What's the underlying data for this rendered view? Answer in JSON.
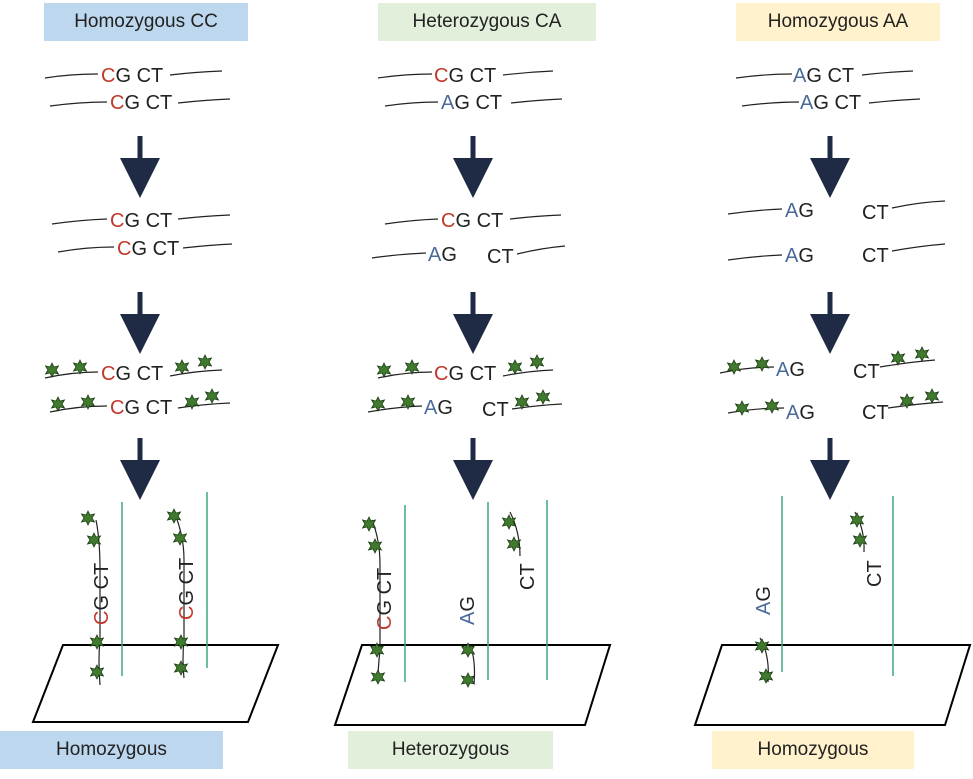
{
  "colors": {
    "allele_c": "#c0392b",
    "allele_a": "#4a6a9a",
    "bead": "#3f7a2e",
    "probe_line": "#3caa78",
    "blue_label": "#bdd7ee",
    "green_label": "#e2efda",
    "yellow_label": "#fff2cc"
  },
  "columns": [
    {
      "id": "cc",
      "header": "Homozygous CC",
      "footer": "Homozygous"
    },
    {
      "id": "ca",
      "header": "Heterozygous CA",
      "footer": "Heterozygous"
    },
    {
      "id": "aa",
      "header": "Homozygous AA",
      "footer": "Homozygous"
    }
  ],
  "seq": {
    "c": "C",
    "a": "A",
    "g_ct": "G CT",
    "g": "G",
    "ct": "CT"
  }
}
